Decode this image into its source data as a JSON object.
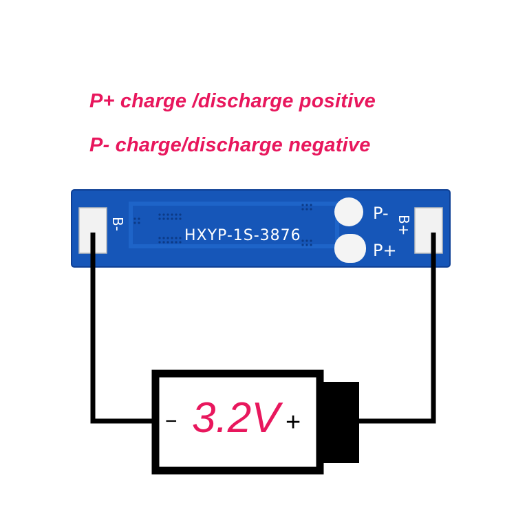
{
  "captions": {
    "line1": "P+ charge /discharge positive",
    "line2": "P- charge/discharge negative"
  },
  "board": {
    "model": "HXYP-1S-3876",
    "pad_b_minus": "B-",
    "pad_b_plus": "B+",
    "pad_p_minus": "P-",
    "pad_p_plus": "P+"
  },
  "battery": {
    "voltage": "3.2V",
    "minus_sign": "−",
    "plus_sign": "+"
  },
  "colors": {
    "caption": "#e8175d",
    "pcb": "#1656b8",
    "pcb_edge": "#0e3f94",
    "silk": "#ffffff",
    "wire": "#000000",
    "voltage": "#e8175d"
  }
}
